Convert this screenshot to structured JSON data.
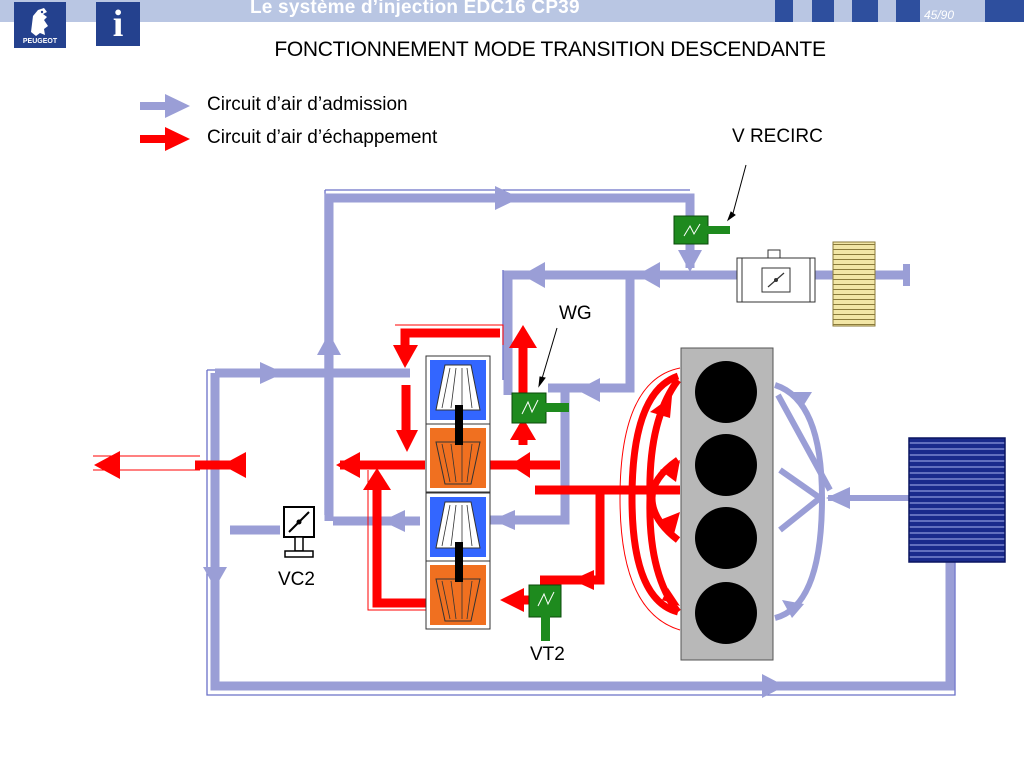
{
  "header": {
    "title": "Le système d’injection EDC16 CP39",
    "page": "45/90",
    "logo_text": "PEUGEOT",
    "info_glyph": "i",
    "colors": {
      "band": "#b9c6e3",
      "stripe": "#2e4f9e",
      "logo": "#24418e"
    }
  },
  "slide": {
    "title": "FONCTIONNEMENT MODE TRANSITION DESCENDANTE"
  },
  "legend": {
    "intake": {
      "label": "Circuit d’air d’admission",
      "color": "#9a9ed6"
    },
    "exhaust": {
      "label": "Circuit d’air d’échappement",
      "color": "#ff0000"
    }
  },
  "labels": {
    "v_recirc": "V RECIRC",
    "wg": "WG",
    "vc2": "VC2",
    "vt2": "VT2"
  },
  "diagram": {
    "colors": {
      "intake": "#9a9ed6",
      "exhaust": "#ff0000",
      "valve": "#1e8a1e",
      "compressor": "#3366ff",
      "turbine": "#f07020",
      "engine_block": "#b8b8b8",
      "cylinder": "#000000",
      "intercooler": "#1a2a8c",
      "air_filter": "#f2e6a6"
    },
    "cylinder_count": 4
  }
}
